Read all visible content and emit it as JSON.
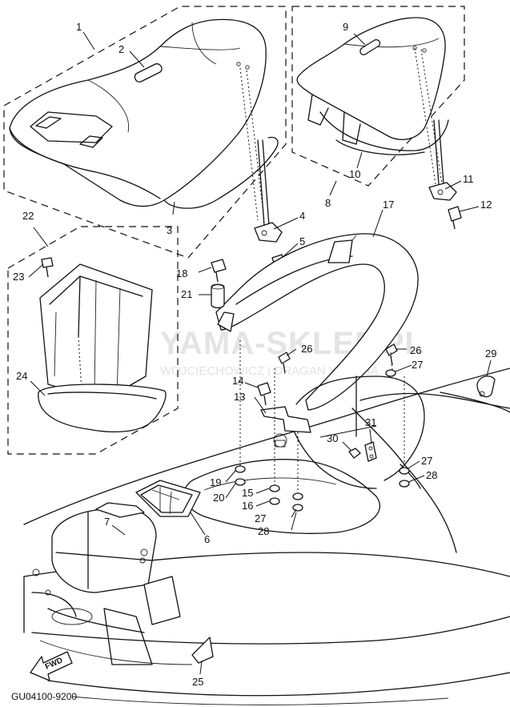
{
  "diagram": {
    "part_labels": [
      "1",
      "2",
      "3",
      "4",
      "5",
      "6",
      "7",
      "8",
      "9",
      "10",
      "11",
      "12",
      "13",
      "14",
      "15",
      "16",
      "17",
      "18",
      "19",
      "20",
      "21",
      "22",
      "23",
      "24",
      "25",
      "26",
      "26",
      "27",
      "27",
      "27",
      "28",
      "28",
      "29",
      "30",
      "31"
    ],
    "diagram_code": "GU04100-9200",
    "direction_marker": "FWD",
    "watermark": {
      "brand": "YAMA-SKLEP.PL",
      "tagline": "WOJCIECHOWICZ I DRAGAN YAMAHA"
    }
  }
}
